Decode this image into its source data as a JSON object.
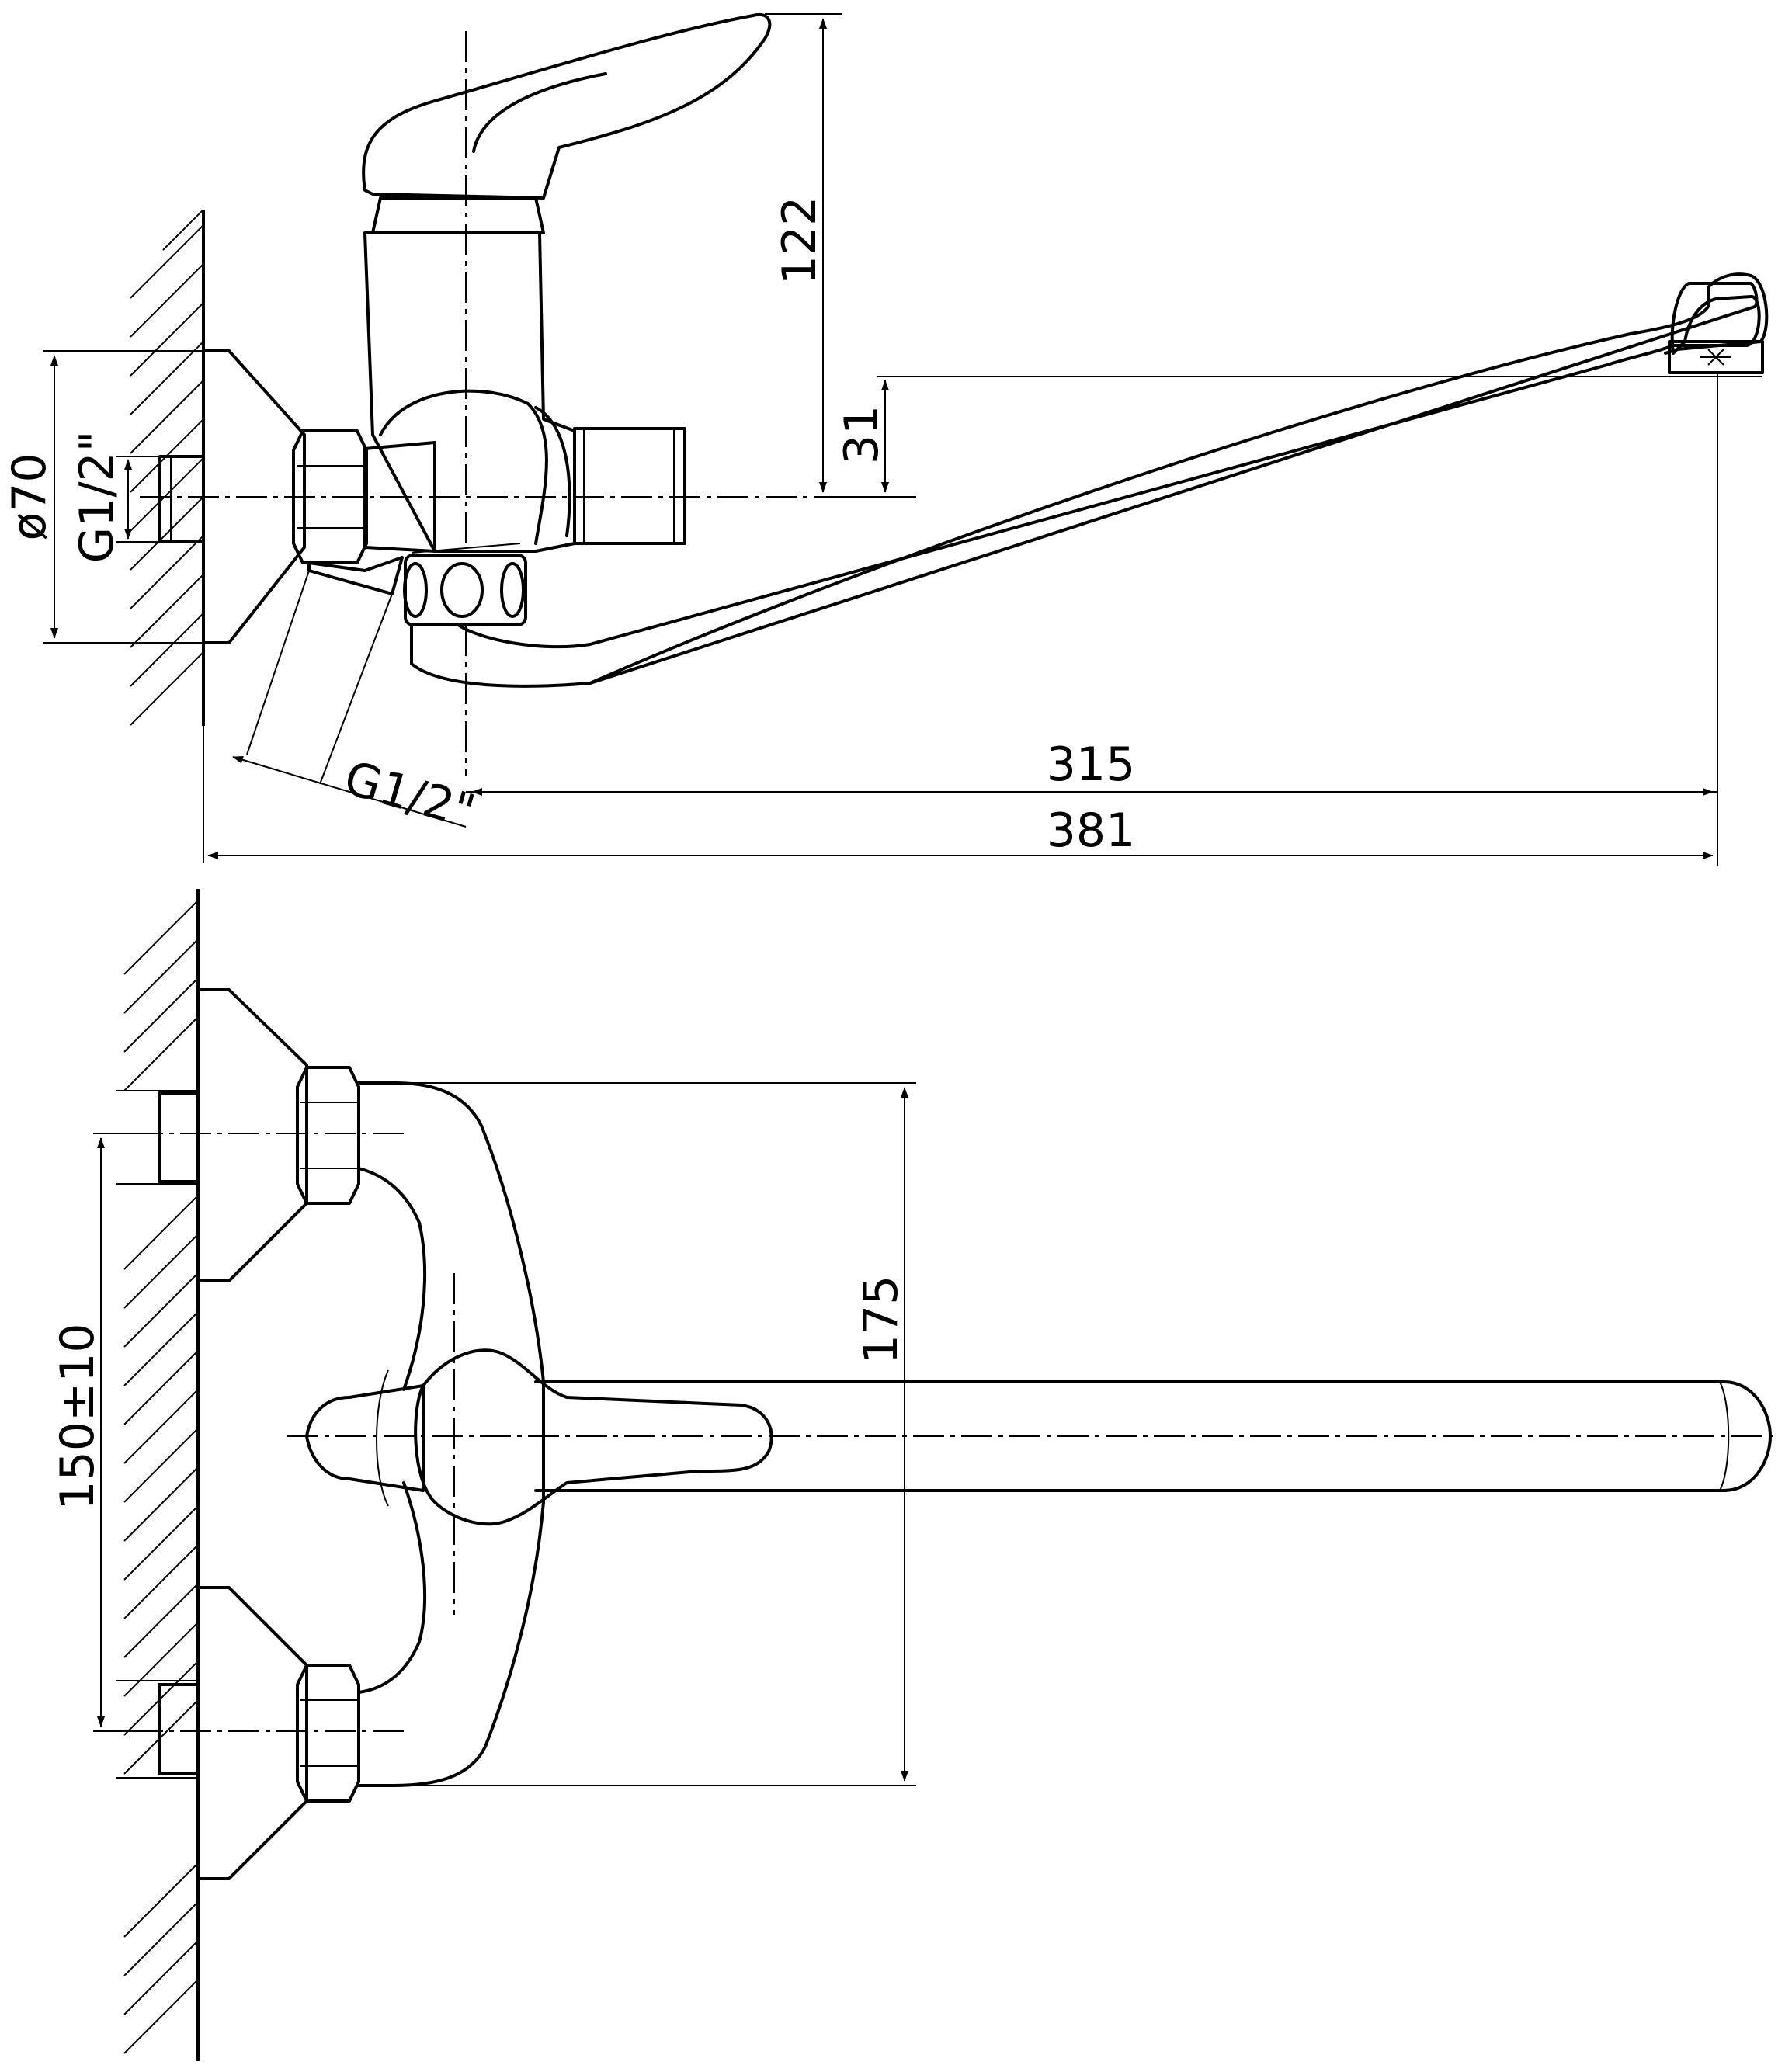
{
  "dimensions": {
    "d_flange": "ø70",
    "thread_inlet": "G1/2\"",
    "thread_outlet": "G1/2\"",
    "height_handle": "122",
    "height_spout": "31",
    "spout_reach": "315",
    "total_reach": "381",
    "inlet_spacing": "150±10",
    "body_width": "175"
  }
}
